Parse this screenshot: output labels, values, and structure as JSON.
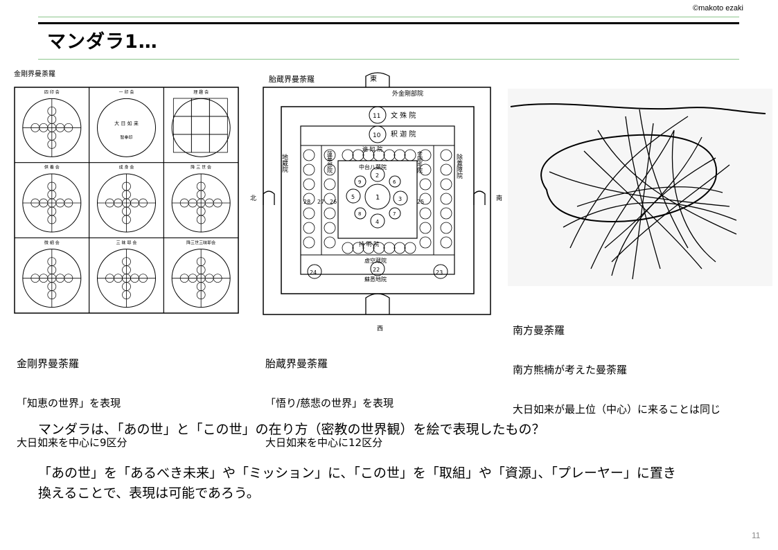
{
  "header": {
    "copyright": "©makoto ezaki",
    "title": "マンダラ1…"
  },
  "figures": {
    "kongokai": {
      "label": "金剛界曼荼羅",
      "cells": [
        "四 印 会",
        "一 印 会",
        "理 趣 会",
        "供 養 会",
        "成 身 会",
        "降 三 世 会",
        "微 細 会",
        "三 昧 耶 会",
        "降三世三昧耶会"
      ],
      "center_text": "大 日 如 来",
      "center_sub": "智拳印",
      "caption_lines": [
        "金剛界曼荼羅",
        "「知恵の世界」を表現",
        "大日如来を中心に9区分"
      ]
    },
    "taizokai": {
      "label": "胎蔵界曼荼羅",
      "east": "東",
      "west": "西",
      "north": "北",
      "south": "南",
      "halls": [
        "外金剛部院",
        "文 殊 院",
        "釈 迦 院",
        "遍 知 院",
        "中台八葉院",
        "持 明 院",
        "虚空蔵院",
        "蘇悉地院",
        "地蔵院",
        "除蓋障院",
        "蓮華部院",
        "金剛手院"
      ],
      "numbers": [
        "11",
        "10",
        "1",
        "2",
        "3",
        "4",
        "5",
        "6",
        "7",
        "8",
        "9",
        "22",
        "23",
        "24",
        "25",
        "26",
        "27",
        "28"
      ],
      "caption_lines": [
        "胎蔵界曼荼羅",
        "「悟り/慈悲の世界」を表現",
        "大日如来を中心に12区分"
      ]
    },
    "minakata": {
      "caption_lines": [
        "南方曼荼羅",
        "南方熊楠が考えた曼荼羅",
        "大日如来が最上位（中心）に来ることは同じ"
      ]
    }
  },
  "body": {
    "line1": "マンダラは、「あの世」と「この世」の在り方（密教の世界観）を絵で表現したもの？",
    "line2": "「あの世」を「あるべき未来」や「ミッション」に、「この世」を「取組」や「資源」、「プレーヤー」に置き",
    "line3": "換えることで、表現は可能であろう。"
  },
  "footer": {
    "page_number": "11"
  }
}
